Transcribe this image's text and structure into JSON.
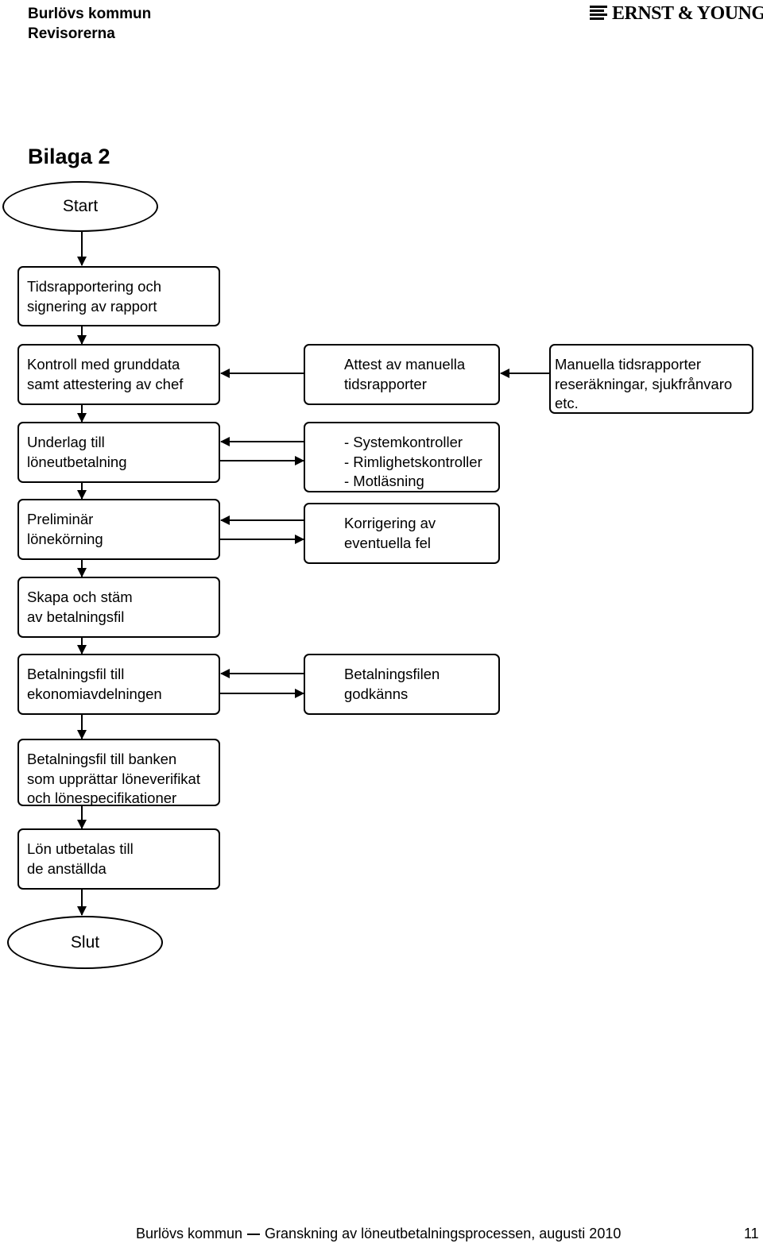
{
  "header": {
    "org": "Burlövs kommun",
    "dept": "Revisorerna",
    "logo_text": "ERNST & YOUNG"
  },
  "title": "Bilaga 2",
  "flow": {
    "start": "Start",
    "end": "Slut",
    "steps": [
      "Tidsrapportering och\nsignering av rapport",
      "Kontroll med grunddata\nsamt attestering av chef",
      "Underlag till\nlöneutbetalning",
      "Preliminär\nlönekörning",
      "Skapa och stäm\nav betalningsfil",
      "Betalningsfil till\nekonomiavdelningen",
      "Betalningsfil till banken\nsom upprättar löneverifikat\noch lönespecifikationer",
      "Lön utbetalas till\nde anställda"
    ],
    "side": {
      "attest": "Attest av manuella\ntidsrapporter",
      "manual": "Manuella tidsrapporter\nreseräkningar, sjukfrånvaro\netc.",
      "controls": "- Systemkontroller\n- Rimlighetskontroller\n- Motläsning",
      "correction": "Korrigering av\neventuella fel",
      "approved": "Betalningsfilen\ngodkänns"
    }
  },
  "footer": {
    "org": "Burlövs kommun",
    "doc": "Granskning av löneutbetalningsprocessen, augusti 2010",
    "page": "11"
  }
}
